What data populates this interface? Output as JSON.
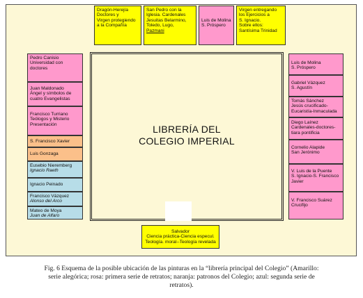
{
  "diagram": {
    "room": {
      "title_line1": "LIBRERÍA DEL",
      "title_line2": "COLEGIO IMPERIAL"
    },
    "top": [
      {
        "color": "yellow",
        "lines": [
          "Dragón-Herejía",
          "Doctores y",
          "Virgen protegiendo",
          "a la Compañía"
        ]
      },
      {
        "color": "yellow",
        "lines": [
          "San Pedro con la",
          "Iglesia. Cardenales",
          "Jesuitas Belarmino,",
          "Toledo, Lugo,",
          "Pazmani"
        ]
      },
      {
        "color": "pink",
        "lines": [
          "Luis de Molina",
          "S. Próspero"
        ]
      },
      {
        "color": "yellow",
        "lines": [
          "Virgen entregando",
          "los Ejercicios a",
          "S. Ignacio.",
          "Sobre ellos:",
          "Santísima Trinidad"
        ]
      }
    ],
    "left": [
      {
        "color": "pink",
        "lines": [
          "Pedro Canisio",
          "Universidad con",
          "doctores"
        ]
      },
      {
        "color": "pink",
        "lines": [
          "Juan Maldonado",
          "Ángel y símbolos de",
          "cuatro Evangelistas"
        ]
      },
      {
        "color": "pink",
        "lines": [
          "Francisco Turriano",
          "Teólogos y Misterio",
          "Presentación"
        ]
      },
      {
        "color": "orange",
        "lines": [
          "S. Francisco Xavier"
        ]
      },
      {
        "color": "orange",
        "lines": [
          "Luis Gonzaga"
        ]
      },
      {
        "color": "blue",
        "lines": [
          "Eusebio Nieremberg"
        ],
        "italic": "Ignacio Raeth"
      },
      {
        "color": "blue",
        "lines": [
          "Ignacio Peinado"
        ]
      },
      {
        "color": "blue",
        "lines": [
          "Francisco Vázquez"
        ],
        "italic": "Alonso del Arco"
      },
      {
        "color": "blue",
        "lines": [
          "Mateo de Moya"
        ],
        "italic": "Juan de Alfaro"
      }
    ],
    "right": [
      {
        "color": "pink",
        "lines": [
          "Luis de Molina",
          "S. Próspero"
        ]
      },
      {
        "color": "pink",
        "lines": [
          "Gabriel Vázquez",
          "S. Agustín"
        ]
      },
      {
        "color": "pink",
        "lines": [
          "Tomás Sánchez",
          "Jesús crucificado-",
          "Eucaristía-Inmaculada"
        ]
      },
      {
        "color": "pink",
        "lines": [
          "Diego Laínez",
          "Cardenales-doctores-",
          "tiara pontificia"
        ]
      },
      {
        "color": "pink",
        "lines": [
          "Cornelio Alapide",
          "San Jerónimo"
        ]
      },
      {
        "color": "pink",
        "lines": [
          "V. Luis de la Puente",
          "S. Ignacio-S. Francisco",
          "Javier"
        ]
      },
      {
        "color": "pink",
        "lines": [
          "V. Francisco Suárez",
          "Crucifijo"
        ]
      }
    ],
    "bottom": {
      "color": "yellow",
      "lines": [
        "Salvador",
        "Ciencia práctica-Ciencia especul.",
        "Teología. moral--Teología revelada"
      ]
    }
  },
  "caption": {
    "line1": "Fig. 6 Esquema de la posible ubicación de las pinturas en la “librería principal del Colegio” (Amarillo:",
    "line2": "serie alegórica; rosa: primera serie de retratos; naranja: patronos del Colegio; azul: segunda serie de",
    "line3": "retratos)."
  }
}
